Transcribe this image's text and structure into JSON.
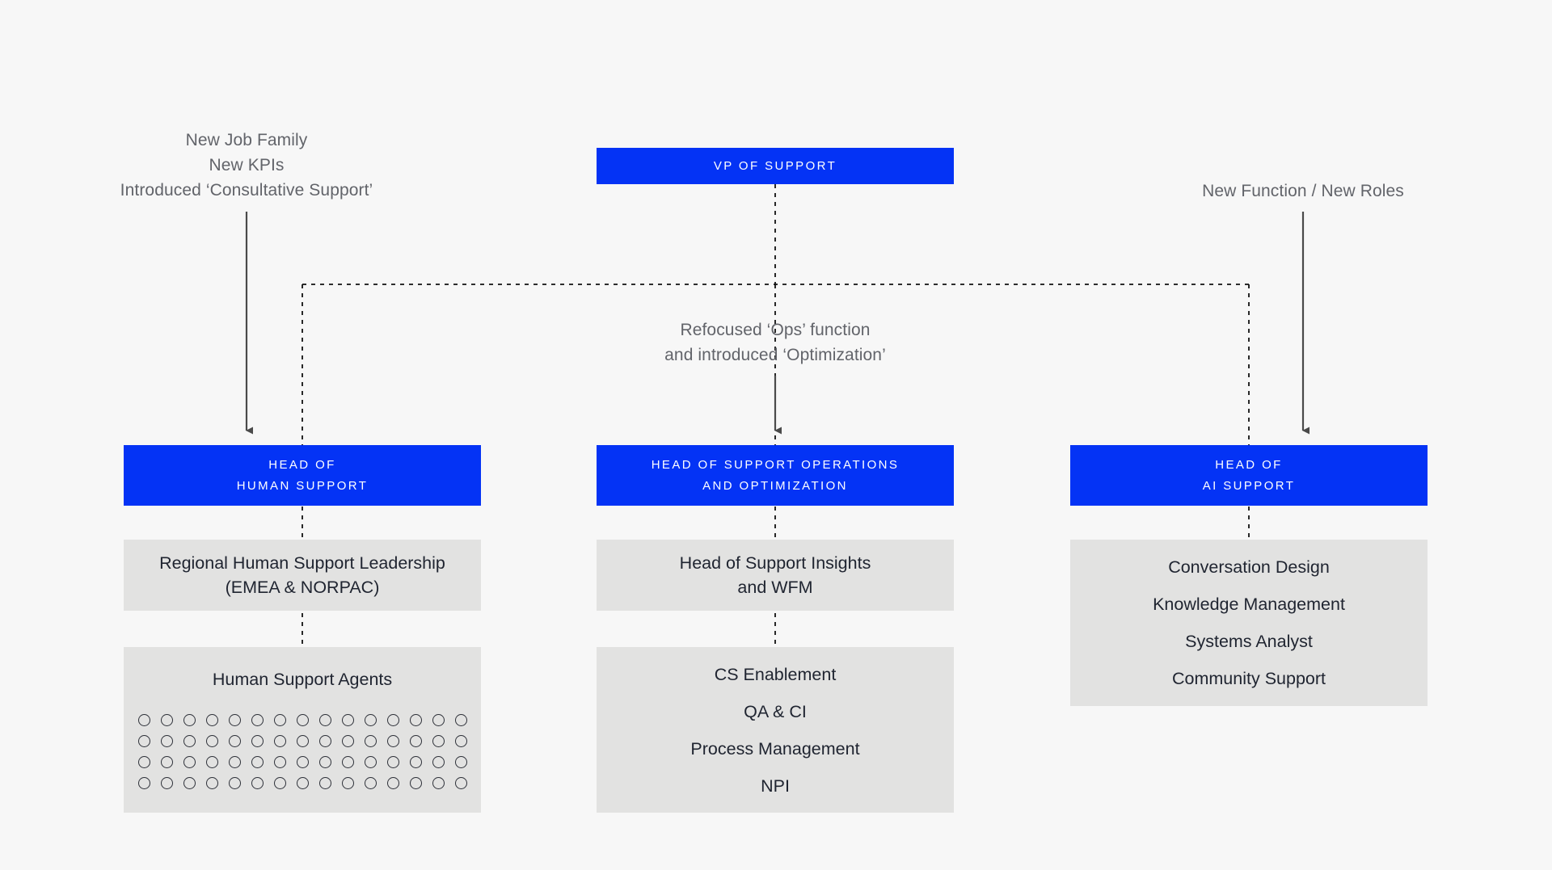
{
  "theme": {
    "background": "#f7f7f7",
    "accent_blue": "#0433f5",
    "box_gray": "#e2e2e1",
    "text_dark": "#1f2430",
    "annotation_gray": "#62646a",
    "connector_gray": "#4a4a4a"
  },
  "annotations": [
    {
      "id": "left",
      "text": "New Job Family\nNew KPIs\nIntroduced ‘Consultative Support’"
    },
    {
      "id": "center",
      "text": "Refocused ‘Ops’ function\nand introduced ‘Optimization’"
    },
    {
      "id": "right",
      "text": "New Function / New Roles"
    }
  ],
  "top": {
    "label": "VP OF SUPPORT"
  },
  "columns": [
    {
      "id": "human-support",
      "head": "HEAD OF\nHUMAN SUPPORT",
      "boxes": [
        {
          "type": "text",
          "text": "Regional Human Support Leadership\n(EMEA & NORPAC)"
        }
      ],
      "agents": {
        "title": "Human Support Agents",
        "rows": 4,
        "per_row": 15,
        "total": 60
      }
    },
    {
      "id": "support-operations",
      "head": "HEAD OF SUPPORT OPERATIONS\nAND OPTIMIZATION",
      "boxes": [
        {
          "type": "text",
          "text": "Head of Support Insights\nand WFM"
        },
        {
          "type": "list",
          "items": [
            "CS Enablement",
            "QA & CI",
            "Process Management",
            "NPI"
          ]
        }
      ]
    },
    {
      "id": "ai-support",
      "head": "HEAD OF\nAI SUPPORT",
      "boxes": [
        {
          "type": "list",
          "items": [
            "Conversation Design",
            "Knowledge Management",
            "Systems Analyst",
            "Community Support"
          ]
        }
      ]
    }
  ]
}
